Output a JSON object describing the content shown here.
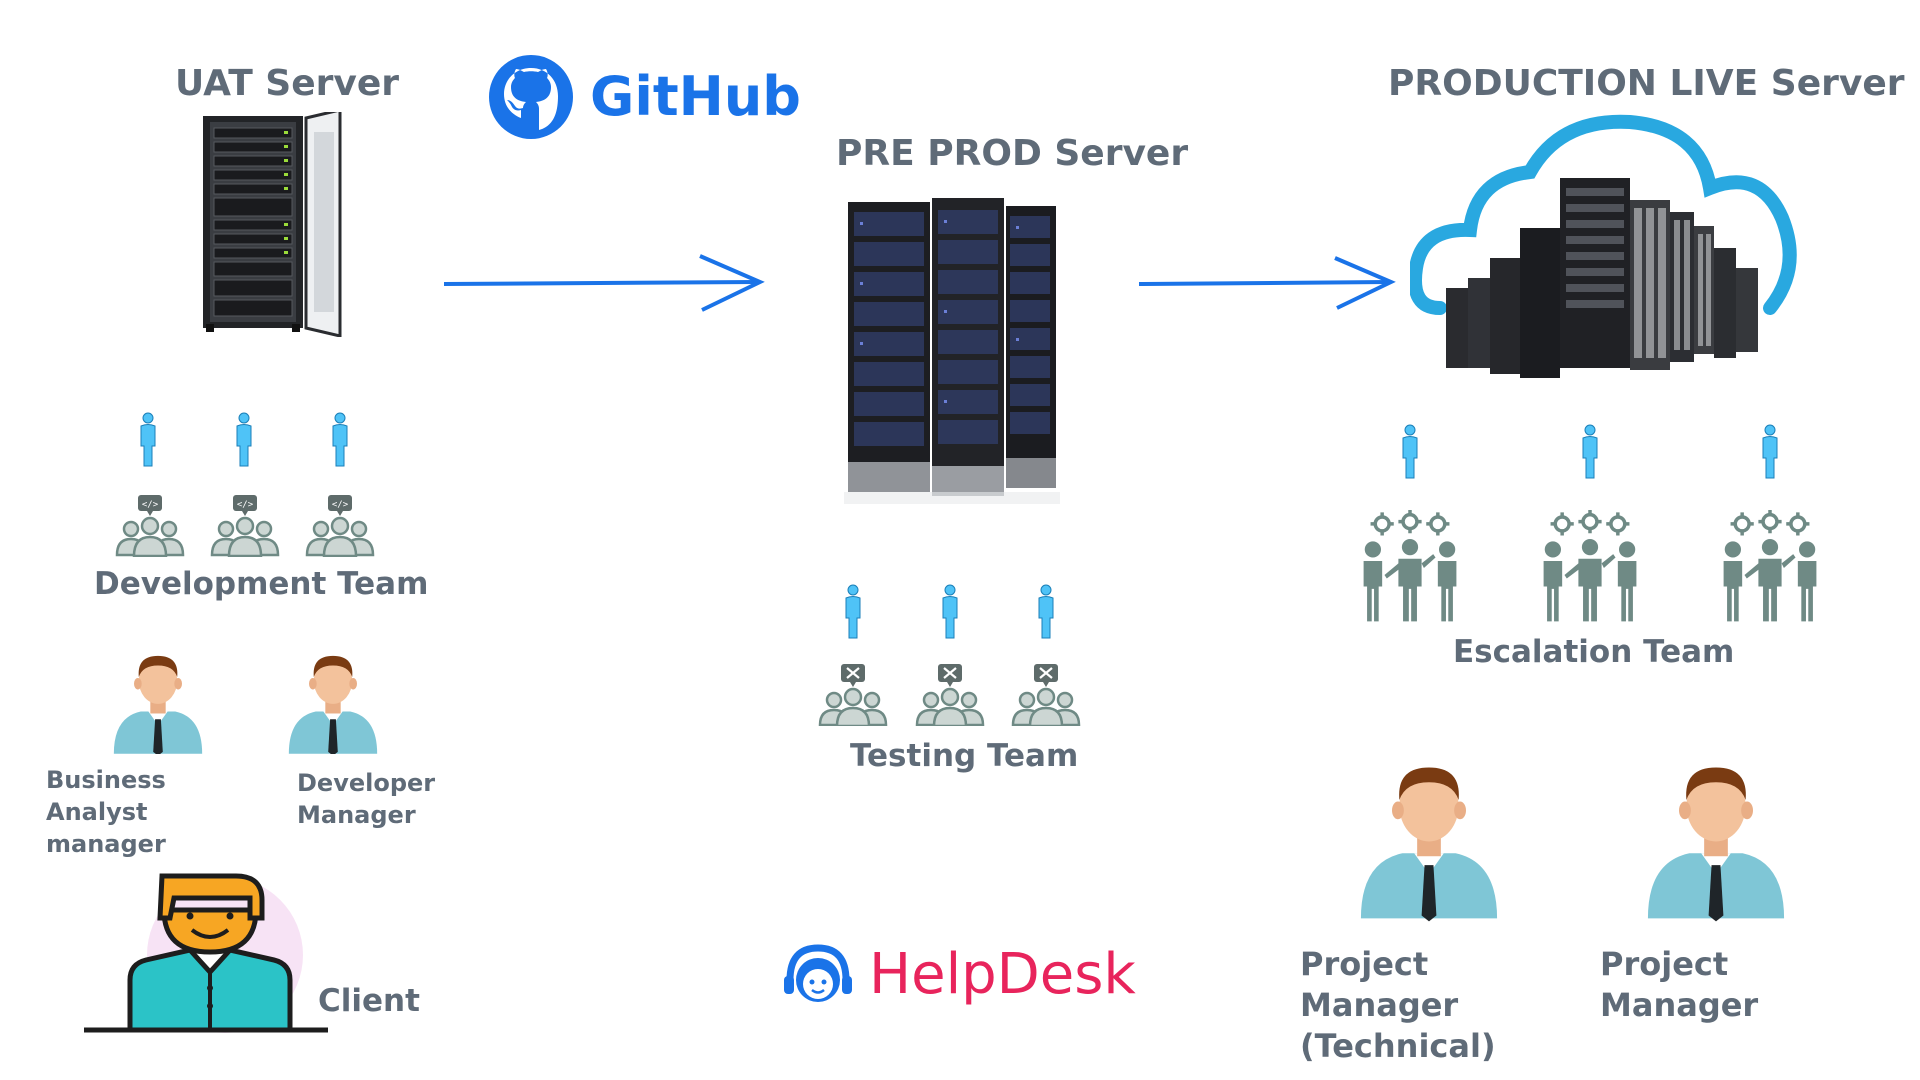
{
  "servers": {
    "uat": "UAT Server",
    "preprod": "PRE PROD Server",
    "production": "PRODUCTION LIVE Server"
  },
  "logos": {
    "github": "GitHub",
    "helpdesk": "HelpDesk"
  },
  "teams": {
    "development": "Development Team",
    "testing": "Testing  Team",
    "escalation": "Escalation  Team"
  },
  "people": {
    "business_analyst": "Business Analyst manager",
    "developer_manager": "Developer Manager",
    "client": "Client",
    "project_manager_technical": "Project Manager (Technical)",
    "project_manager": "Project Manager"
  },
  "colors": {
    "arrow": "#1a73e8",
    "label": "#5f6b78",
    "person_icon": "#4fc3f7",
    "group_icon": "#6f8a85",
    "github": "#1a73e8",
    "helpdesk": "#e8245c"
  }
}
